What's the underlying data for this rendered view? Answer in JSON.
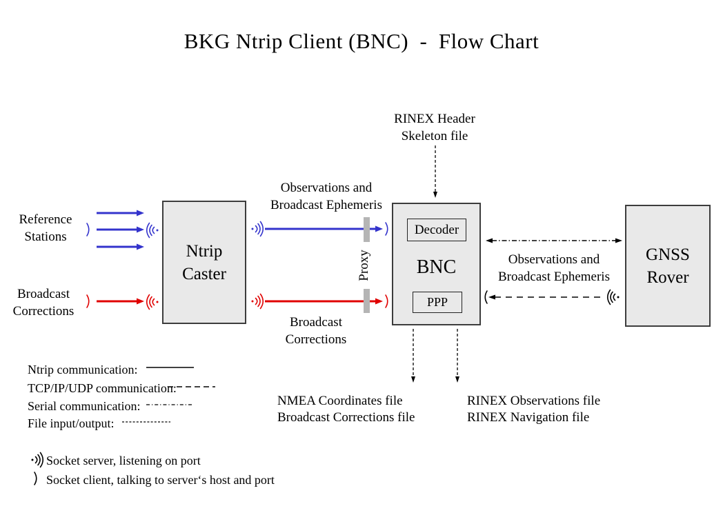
{
  "title": "BKG Ntrip Client (BNC)  -  Flow Chart",
  "colors": {
    "ntrip_blue": "#3333cc",
    "corrections_red": "#e00000",
    "box_fill": "#e9e9e9",
    "box_border": "#3c3c3c",
    "proxy_bar": "#b5b5b5"
  },
  "nodes": {
    "ntrip_caster": {
      "line1": "Ntrip",
      "line2": "Caster"
    },
    "bnc": {
      "label": "BNC",
      "decoder": "Decoder",
      "ppp": "PPP"
    },
    "gnss_rover": {
      "line1": "GNSS",
      "line2": "Rover"
    }
  },
  "labels": {
    "reference_stations_line1": "Reference",
    "reference_stations_line2": "Stations",
    "broadcast_corrections_in_line1": "Broadcast",
    "broadcast_corrections_in_line2": "Corrections",
    "observations_top_line1": "Observations and",
    "observations_top_line2": "Broadcast Ephemeris",
    "broadcast_corrections_mid_line1": "Broadcast",
    "broadcast_corrections_mid_line2": "Corrections",
    "rinex_header_line1": "RINEX Header",
    "rinex_header_line2": "Skeleton file",
    "observations_right_line1": "Observations and",
    "observations_right_line2": "Broadcast Ephemeris",
    "proxy": "Proxy",
    "nmea_output_line1": "NMEA Coordinates file",
    "nmea_output_line2": "Broadcast Corrections file",
    "rinex_output_line1": "RINEX Observations file",
    "rinex_output_line2": "RINEX Navigation file"
  },
  "legend": {
    "ntrip": "Ntrip communication:",
    "tcp": "TCP/IP/UDP communication:",
    "serial": "Serial communication:",
    "file": "File input/output:",
    "socket_server": "Socket server, listening on port",
    "socket_client": "Socket client, talking to server‘s host and port"
  }
}
